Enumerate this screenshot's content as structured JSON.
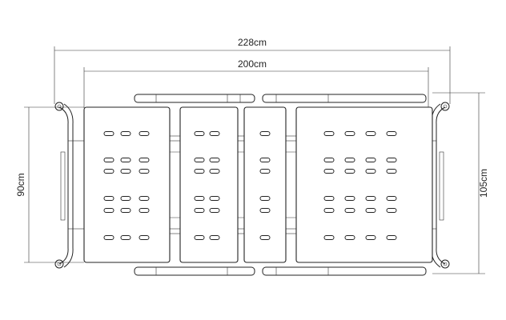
{
  "dimensions": {
    "overall_length": "228cm",
    "mattress_length": "200cm",
    "mattress_width": "90cm",
    "overall_width": "105cm"
  },
  "colors": {
    "line": "#222222",
    "background": "#ffffff"
  }
}
